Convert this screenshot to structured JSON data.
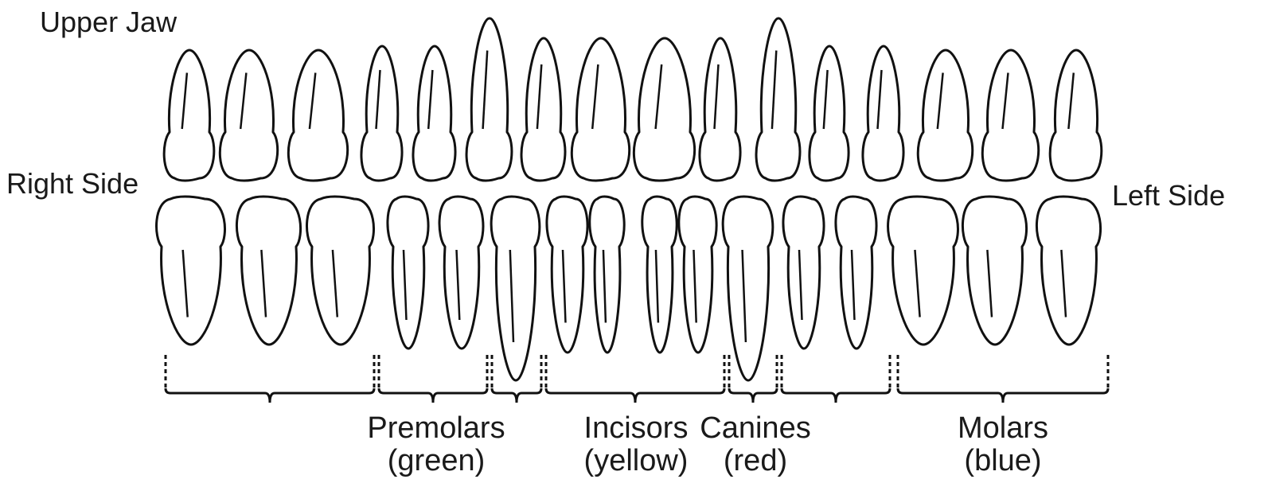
{
  "labels": {
    "upper_jaw": "Upper Jaw",
    "right_side": "Right Side",
    "left_side": "Left Side"
  },
  "groups": {
    "premolars": {
      "name": "Premolars",
      "color": "(green)"
    },
    "incisors": {
      "name": "Incisors",
      "color": "(yellow)"
    },
    "canines": {
      "name": "Canines",
      "color": "(red)"
    },
    "molars": {
      "name": "Molars",
      "color": "(blue)"
    }
  },
  "type_colors": {
    "molar": "#1f5fd1",
    "premolar": "#2e9b3a",
    "canine": "#d62b2b",
    "incisor": "#e6c619"
  },
  "upper_teeth": [
    "molar",
    "molar",
    "molar",
    "premolar",
    "premolar",
    "canine",
    "incisor",
    "incisor",
    "incisor",
    "incisor",
    "canine",
    "premolar",
    "premolar",
    "molar",
    "molar",
    "molar"
  ],
  "lower_teeth": [
    "molar",
    "molar",
    "molar",
    "premolar",
    "premolar",
    "canine",
    "incisor",
    "incisor",
    "incisor",
    "incisor",
    "canine",
    "premolar",
    "premolar",
    "molar",
    "molar",
    "molar"
  ]
}
